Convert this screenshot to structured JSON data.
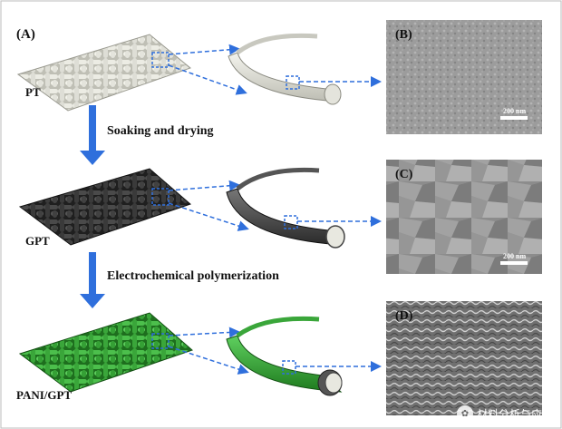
{
  "panels": {
    "a": "(A)",
    "b": "(B)",
    "c": "(C)",
    "d": "(D)"
  },
  "materials": {
    "pt": "PT",
    "gpt": "GPT",
    "pani_gpt": "PANI/GPT"
  },
  "steps": {
    "step1": "Soaking and drying",
    "step2": "Electrochemical polymerization"
  },
  "scale_bars": {
    "b": "200 nm",
    "c": "200 nm"
  },
  "watermark": "材料分析与应用",
  "colors": {
    "pt_fabric": "#d8d8d0",
    "gpt_fabric": "#3a3a3a",
    "pani_fabric": "#3aa63a",
    "arrow": "#2f6fdc",
    "sem_b": "#9a9a9a",
    "sem_c": "#8a8a8a",
    "sem_d": "#7a7a7a"
  }
}
